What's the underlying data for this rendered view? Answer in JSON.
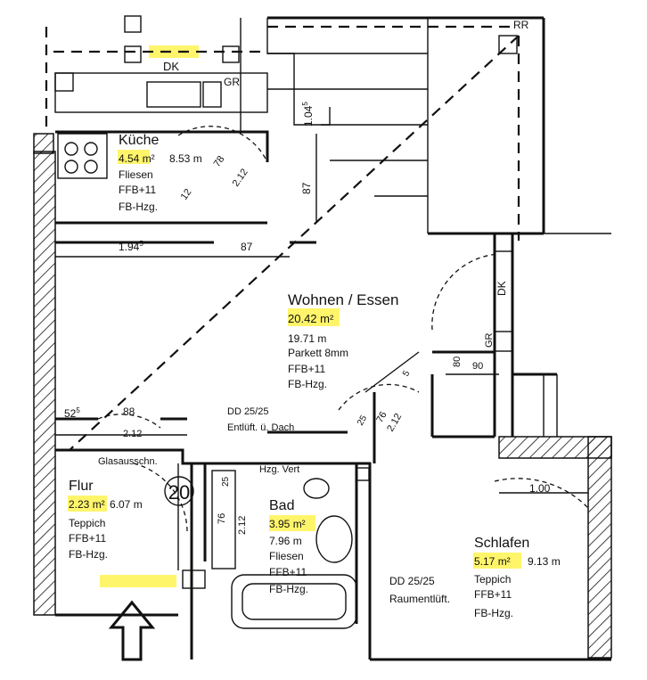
{
  "plan": {
    "unit_number": "20",
    "rooms": {
      "kitchen": {
        "name": "Küche",
        "area": "4.54 m²",
        "perimeter": "8.53 m",
        "floor": "Fliesen",
        "ffb": "FFB+11",
        "heating": "FB-Hzg."
      },
      "living": {
        "name": "Wohnen / Essen",
        "area": "20.42 m²",
        "perimeter": "19.71 m",
        "floor": "Parkett 8mm",
        "ffb": "FFB+11",
        "heating": "FB-Hzg."
      },
      "hall": {
        "name": "Flur",
        "area": "2.23 m²",
        "perimeter": "6.07 m",
        "floor": "Teppich",
        "ffb": "FFB+11",
        "heating": "FB-Hzg."
      },
      "bath": {
        "name": "Bad",
        "area": "3.95 m²",
        "perimeter": "7.96 m",
        "floor": "Fliesen",
        "ffb": "FFB+11",
        "heating": "FB-Hzg."
      },
      "bedroom": {
        "name": "Schlafen",
        "area": "5.17 m²",
        "perimeter": "9.13 m",
        "floor": "Teppich",
        "ffb": "FFB+11",
        "heating": "FB-Hzg."
      }
    },
    "labels": {
      "dk_top": "DK",
      "gr_top": "GR",
      "rr": "RR",
      "dk_right": "DK",
      "gr_right": "GR",
      "dd_hall": "DD 25/25",
      "vent_roof": "Entlüft. ü. Dach",
      "glass": "Glasausschn.",
      "hzg_vert": "Hzg. Vert",
      "dd_bed": "DD 25/25",
      "room_vent": "Raumentlüft."
    },
    "dims": {
      "d_194": "1.94",
      "d_194_sup": "5",
      "d_87_horiz": "87",
      "d_87_vert": "87",
      "d_104": "1.04",
      "d_104_sup": "5",
      "d_78_kitchen": "78",
      "d_212_kitchen": "2.12",
      "d_125_kitchen": "12",
      "d_525": "52",
      "d_525_sup": "5",
      "d_88": "88",
      "d_212_hall": "2.12",
      "d_76_bath": "76",
      "d_212_bath": "2.12",
      "d_25_bath": "25",
      "d_76_liv": "76",
      "d_212_liv": "2.12",
      "d_25_liv": "25",
      "d_5": "5",
      "d_80": "80",
      "d_90": "90",
      "d_100": "1.00"
    }
  }
}
